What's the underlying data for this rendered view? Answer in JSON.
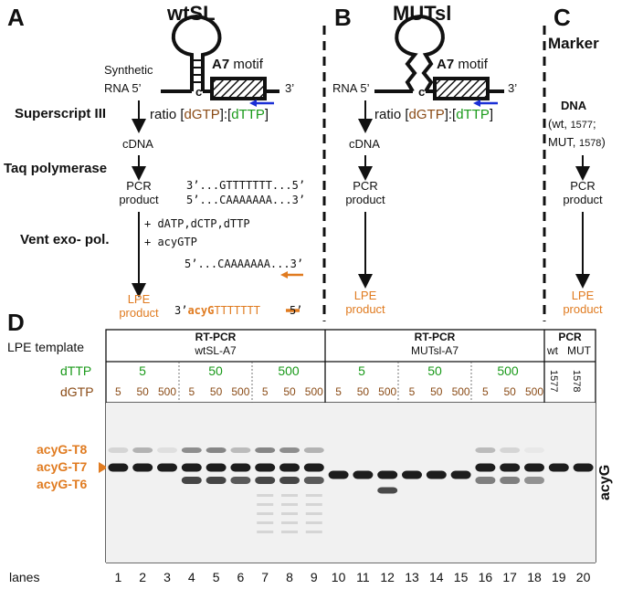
{
  "colors": {
    "orange": "#e07b20",
    "green": "#1a9a1a",
    "brown": "#8a4b16",
    "blue": "#1a2fd6"
  },
  "panel_a": {
    "letter": "A",
    "title": "wtSL",
    "synthetic": "Synthetic",
    "rna": "RNA 5’",
    "three": "3’",
    "c": "c",
    "motif_bold": "A7",
    "motif_rest": " motif",
    "step1": "Superscript III",
    "ratio": "ratio [",
    "dgtp": "dGTP",
    "mid": "]:[",
    "dttp": "dTTP",
    "end": "]",
    "cdna": "cDNA",
    "step2": "Taq polymerase",
    "pcr1": "PCR",
    "pcr2": "product",
    "seq1": "3’...GTTTTTTT...5’",
    "seq2": "5’...CAAAAAAA...3’",
    "step3": "Vent exo- pol.",
    "nuc1": "+ dATP,dCTP,dTTP",
    "nuc2": "+ acyGTP",
    "seq3": "5’...CAAAAAAA...3’",
    "lpe1": "LPE",
    "lpe2": "product",
    "seq4_a": "3’",
    "seq4_b": "acyG",
    "seq4_c": "TTTTTTT",
    "seq4_d": "5’"
  },
  "panel_b": {
    "letter": "B",
    "title": "MUTsl",
    "rna": "RNA 5’",
    "three": "3’",
    "c": "c",
    "motif_bold": "A7",
    "motif_rest": " motif",
    "cdna": "cDNA",
    "pcr1": "PCR",
    "pcr2": "product",
    "lpe1": "LPE",
    "lpe2": "product"
  },
  "panel_c": {
    "letter": "C",
    "title": "Marker",
    "dna": "DNA",
    "wt": "(wt, ",
    "wt_n": "1577",
    "semi": ";",
    "mut": "MUT, ",
    "mut_n": "1578",
    "close": ")",
    "pcr1": "PCR",
    "pcr2": "product",
    "lpe1": "LPE",
    "lpe2": "product"
  },
  "panel_d": {
    "letter": "D",
    "template": "LPE template",
    "groups": [
      {
        "title": "RT-PCR",
        "sub": "wtSL-A7"
      },
      {
        "title": "RT-PCR",
        "sub": "MUTsl-A7"
      },
      {
        "title": "PCR",
        "sub": ""
      }
    ],
    "dttp": "dTTP",
    "dgtp": "dGTP",
    "dttp_values": [
      "5",
      "50",
      "500",
      "5",
      "50",
      "500"
    ],
    "dgtp_values": [
      "5",
      "50",
      "500",
      "5",
      "50",
      "500",
      "5",
      "50",
      "500",
      "5",
      "50",
      "500",
      "5",
      "50",
      "500",
      "5",
      "50",
      "500"
    ],
    "marker_top": [
      "wt",
      "MUT"
    ],
    "marker_ids": [
      "1577",
      "1578"
    ],
    "band_labels": [
      {
        "bold": "acyG",
        "rest": "-T8"
      },
      {
        "bold": "acyG",
        "rest": "-T7"
      },
      {
        "bold": "acyG",
        "rest": "-T6"
      }
    ],
    "side_label": "acyG",
    "lanes_label": "lanes",
    "lanes": [
      "1",
      "2",
      "3",
      "4",
      "5",
      "6",
      "7",
      "8",
      "9",
      "10",
      "11",
      "12",
      "13",
      "14",
      "15",
      "16",
      "17",
      "18",
      "19",
      "20"
    ]
  }
}
